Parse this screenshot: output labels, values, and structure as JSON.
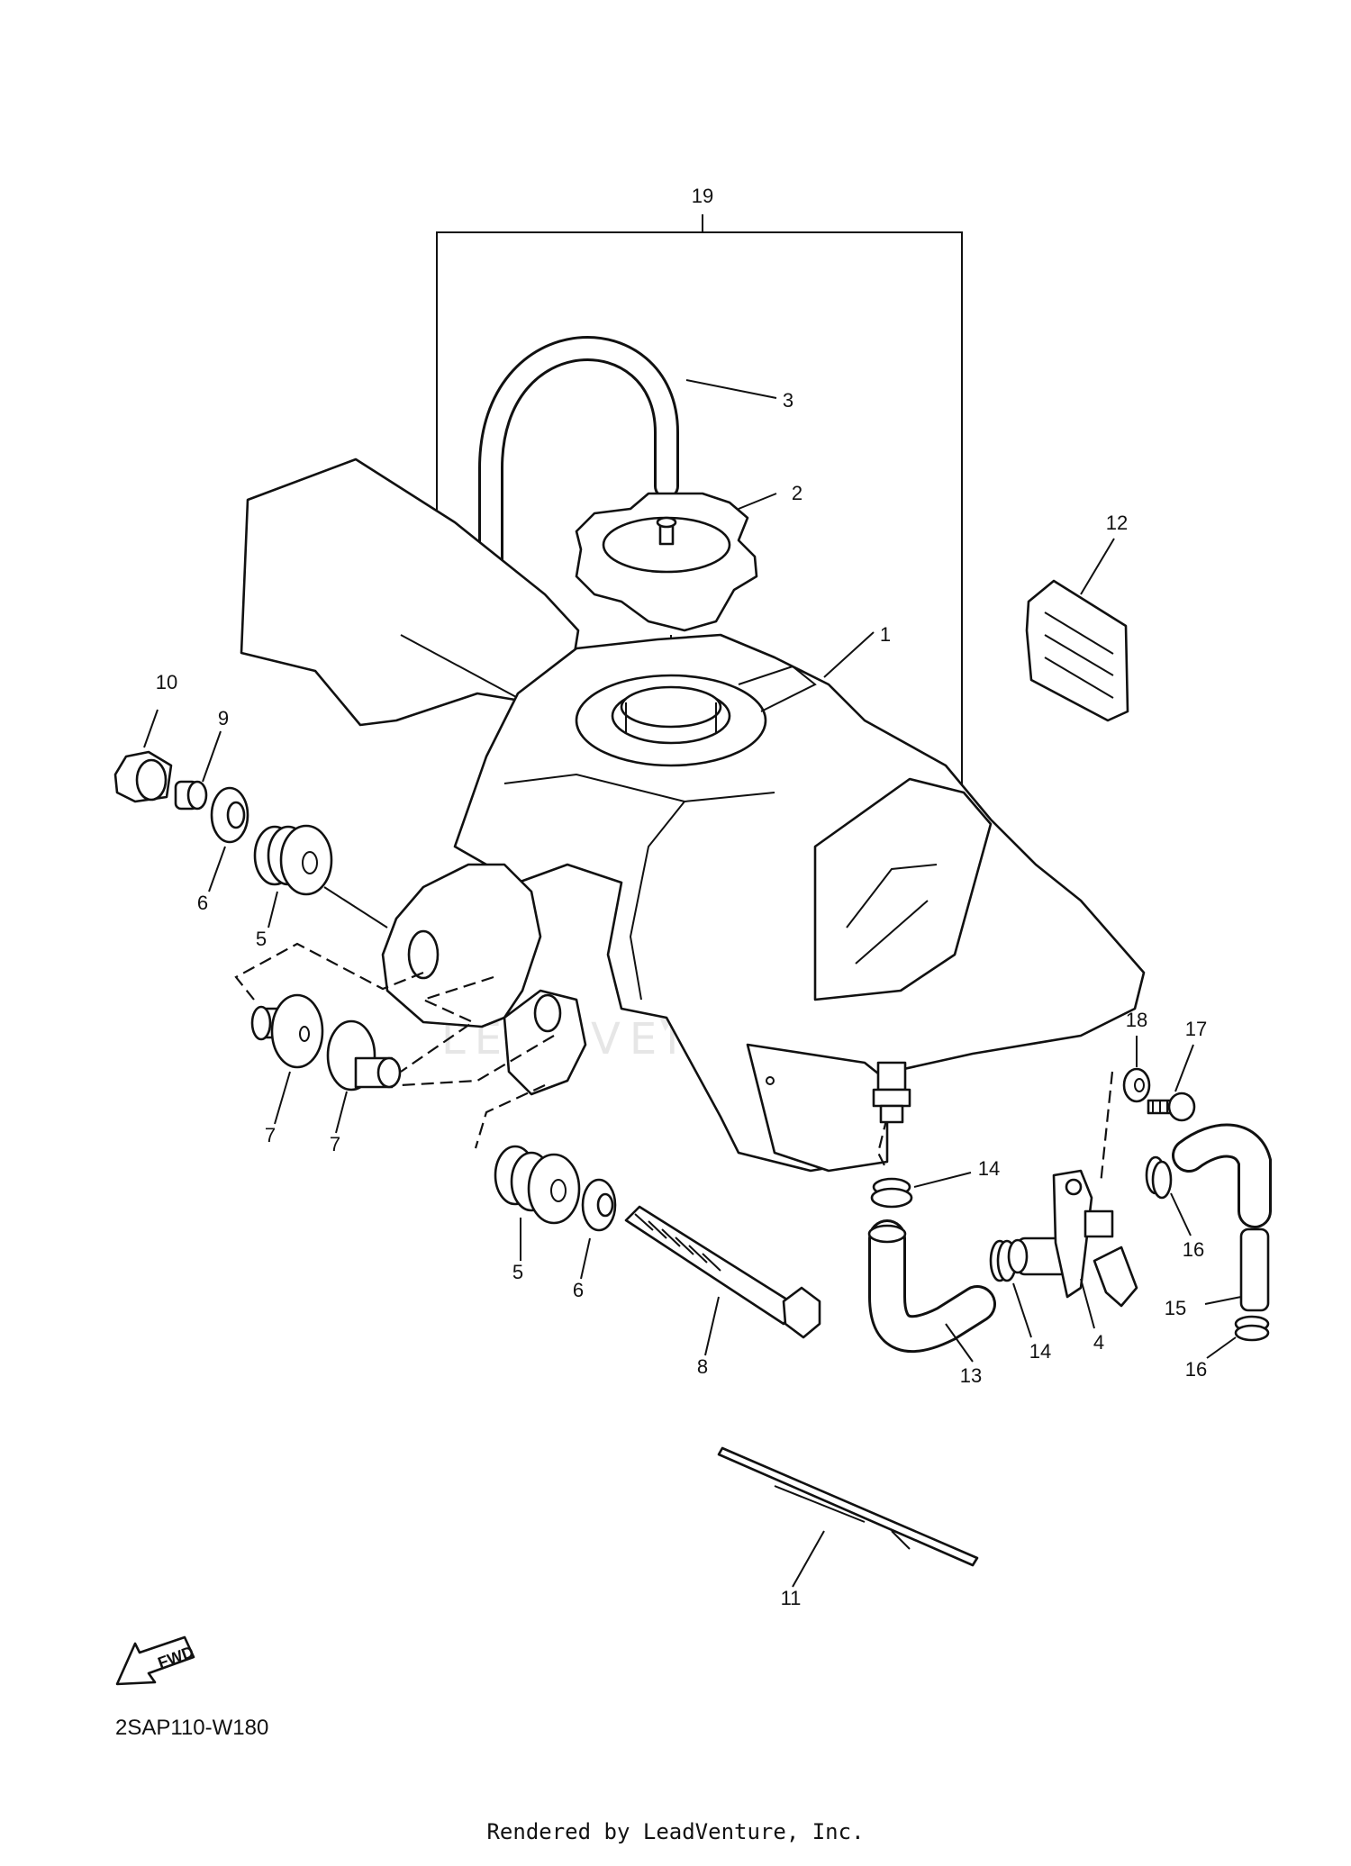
{
  "diagram": {
    "callouts": [
      "19",
      "3",
      "2",
      "12",
      "1",
      "10",
      "9",
      "6",
      "5",
      "7",
      "7",
      "18",
      "17",
      "14",
      "16",
      "5",
      "6",
      "15",
      "14",
      "4",
      "8",
      "13",
      "16",
      "11"
    ],
    "fwd_label": "FWD",
    "watermark": "LEADVENTURE",
    "diagram_code": "2SAP110-W180",
    "rendered_by": "Rendered by LeadVenture, Inc."
  }
}
